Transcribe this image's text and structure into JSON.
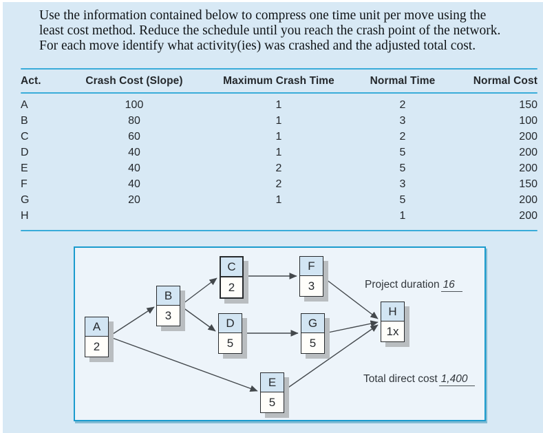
{
  "colors": {
    "page_background": "#d8e9f5",
    "diagram_background": "#edf4fa",
    "accent_cyan_rules": "#39acd9",
    "diagram_border": "#1a9bcd",
    "node_header_fill": "#d2e5f3",
    "node_body_fill": "#fffefa",
    "node_shadow": "#b9bdc0",
    "text": "#24282c"
  },
  "instructions": {
    "lines": [
      "Use the information contained below to compress one time unit per move using the",
      "least cost method. Reduce the schedule until you reach the crash point of the network.",
      "For each move identify what activity(ies) was crashed and the adjusted total cost."
    ]
  },
  "table": {
    "headers": [
      "Act.",
      "Crash Cost (Slope)",
      "Maximum Crash Time",
      "Normal Time",
      "Normal Cost"
    ],
    "rows": [
      {
        "act": "A",
        "crash_cost": "100",
        "max_crash_time": "1",
        "normal_time": "2",
        "normal_cost": "150"
      },
      {
        "act": "B",
        "crash_cost": "80",
        "max_crash_time": "1",
        "normal_time": "3",
        "normal_cost": "100"
      },
      {
        "act": "C",
        "crash_cost": "60",
        "max_crash_time": "1",
        "normal_time": "2",
        "normal_cost": "200"
      },
      {
        "act": "D",
        "crash_cost": "40",
        "max_crash_time": "1",
        "normal_time": "5",
        "normal_cost": "200"
      },
      {
        "act": "E",
        "crash_cost": "40",
        "max_crash_time": "2",
        "normal_time": "5",
        "normal_cost": "200"
      },
      {
        "act": "F",
        "crash_cost": "40",
        "max_crash_time": "2",
        "normal_time": "3",
        "normal_cost": "150"
      },
      {
        "act": "G",
        "crash_cost": "20",
        "max_crash_time": "1",
        "normal_time": "5",
        "normal_cost": "200"
      },
      {
        "act": "H",
        "crash_cost": "",
        "max_crash_time": "",
        "normal_time": "1",
        "normal_cost": "200"
      }
    ]
  },
  "diagram": {
    "nodes": [
      {
        "id": "A",
        "label": "A",
        "value": "2"
      },
      {
        "id": "B",
        "label": "B",
        "value": "3"
      },
      {
        "id": "C",
        "label": "C",
        "value": "2"
      },
      {
        "id": "D",
        "label": "D",
        "value": "5"
      },
      {
        "id": "E",
        "label": "E",
        "value": "5"
      },
      {
        "id": "F",
        "label": "F",
        "value": "3"
      },
      {
        "id": "G",
        "label": "G",
        "value": "5"
      },
      {
        "id": "H",
        "label": "H",
        "value": "1x"
      }
    ],
    "edges": [
      {
        "from": "A",
        "to": "B"
      },
      {
        "from": "A",
        "to": "E"
      },
      {
        "from": "B",
        "to": "C"
      },
      {
        "from": "B",
        "to": "D"
      },
      {
        "from": "C",
        "to": "F"
      },
      {
        "from": "D",
        "to": "G"
      },
      {
        "from": "F",
        "to": "H"
      },
      {
        "from": "G",
        "to": "H"
      },
      {
        "from": "E",
        "to": "H"
      }
    ],
    "annotations": {
      "duration_label": "Project duration",
      "duration_value": "16",
      "cost_label": "Total direct cost",
      "cost_value": "1,400"
    }
  }
}
